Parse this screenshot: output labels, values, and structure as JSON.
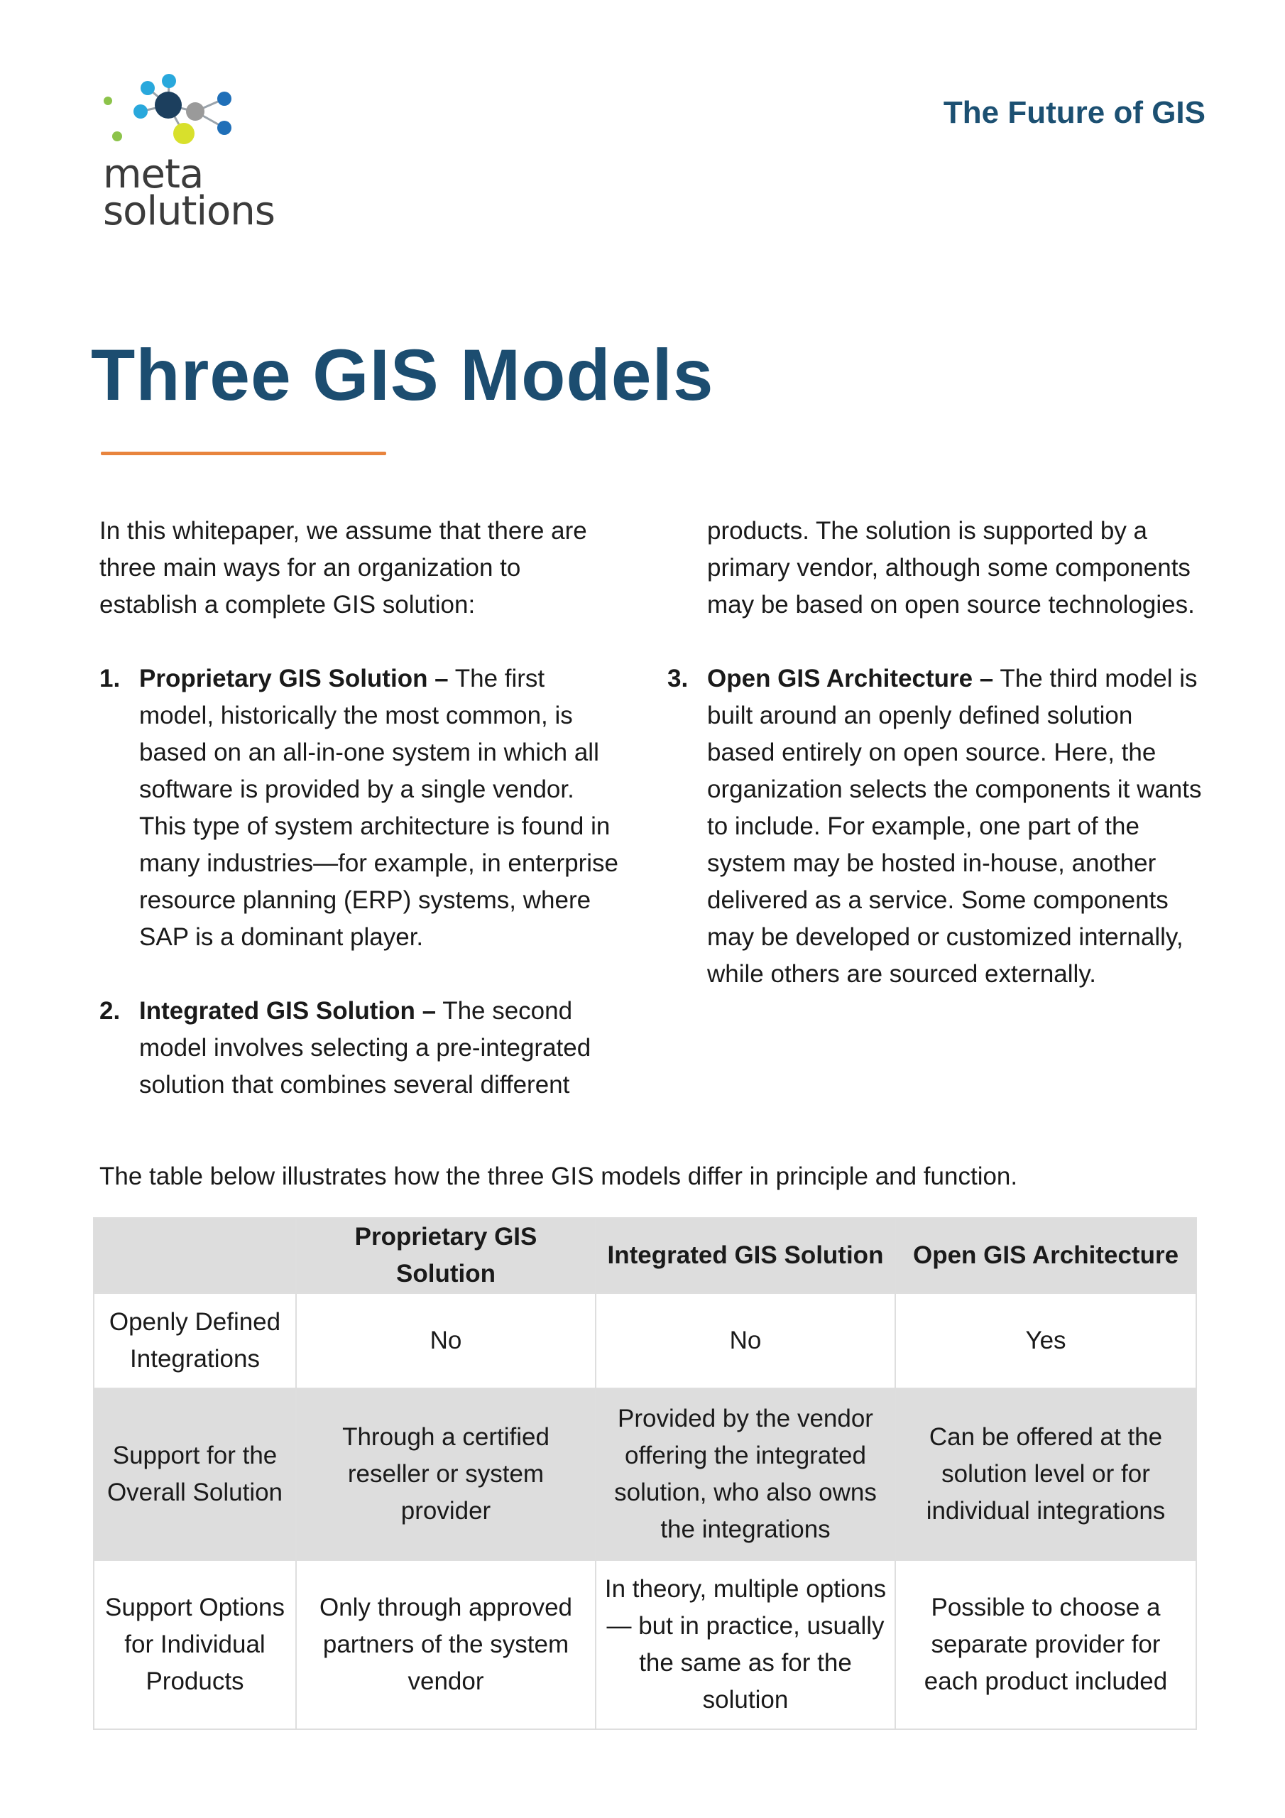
{
  "header": {
    "logo_line1": "meta",
    "logo_line2": "solutions",
    "doc_title": "The Future of GIS"
  },
  "page_title": "Three GIS Models",
  "intro": "In this whitepaper, we assume that there are three main ways for an organization to establish a complete GIS solution:",
  "models": [
    {
      "number": "1.",
      "name": "Proprietary GIS Solution –",
      "description": "The first model, historically the most common, is based on an all-in-one system in which all software is provided by a single vendor. This type of system architecture is found in many industries—for example, in enterprise resource planning (ERP) systems, where SAP is a dominant player."
    },
    {
      "number": "2.",
      "name": "Integrated GIS Solution –",
      "description": "The second model involves selecting a pre-integrated solution that combines several different",
      "description_continued": "products. The solution is supported by a primary vendor, although some components may be based on open source technologies."
    },
    {
      "number": "3.",
      "name": "Open GIS Architecture –",
      "description": "The third model is built around an openly defined solution based entirely on open source. Here, the organization selects the components it wants to include. For example, one part of the system may be hosted in-house, another delivered as a service. Some components may be developed or customized internally, while others are sourced externally."
    }
  ],
  "table_intro": "The table below illustrates how the three GIS models differ in principle and function.",
  "table": {
    "headers": [
      "",
      "Proprietary GIS Solution",
      "Integrated GIS Solution",
      "Open GIS Architecture"
    ],
    "rows": [
      [
        "Openly Defined Integrations",
        "No",
        "No",
        "Yes"
      ],
      [
        "Support for the Overall Solution",
        "Through a certified reseller or system provider",
        "Provided by the vendor offering the integrated solution, who also owns the integrations",
        "Can be offered at the solution level or for individual integrations"
      ],
      [
        "Support Options for Individual Products",
        "Only through approved partners of the system vendor",
        "In theory, multiple options — but in practice, usually the same as for the solution",
        "Possible to choose a separate provider for each product included"
      ]
    ]
  },
  "colors": {
    "title_blue": "#1c4d70",
    "accent_orange": "#e8843d",
    "table_shade": "#dddddd"
  }
}
